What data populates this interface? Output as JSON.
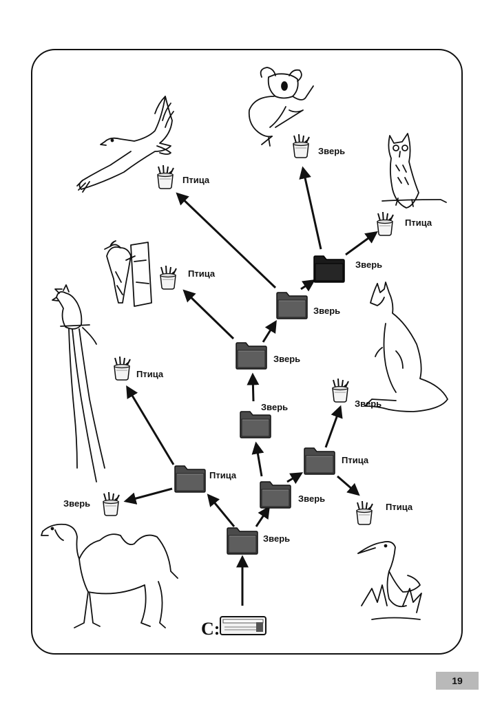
{
  "drive_label": "C:",
  "labels": {
    "folder": "Зверь",
    "file": "Птица",
    "bird": "Птица",
    "beast": "Зверь"
  },
  "page_number": "19",
  "nodes": [
    {
      "id": "root-drive",
      "kind": "drive",
      "label": "C:"
    },
    {
      "id": "folder-zver-1",
      "kind": "folder",
      "label": "Зверь"
    },
    {
      "id": "folder-ptica-1",
      "kind": "folder",
      "label": "Птица"
    },
    {
      "id": "folder-zver-2",
      "kind": "folder",
      "label": "Зверь"
    },
    {
      "id": "folder-ptica-2",
      "kind": "folder",
      "label": "Птица"
    },
    {
      "id": "folder-zver-3",
      "kind": "folder",
      "label": "Зверь"
    },
    {
      "id": "folder-zver-4",
      "kind": "folder",
      "label": "Зверь"
    },
    {
      "id": "folder-zver-5",
      "kind": "folder",
      "label": "Зверь"
    },
    {
      "id": "folder-zver-top",
      "kind": "folder-dark",
      "label": "Зверь"
    },
    {
      "id": "file-zver-camel",
      "kind": "file",
      "label": "Зверь"
    },
    {
      "id": "file-ptica-quetzal",
      "kind": "file",
      "label": "Птица"
    },
    {
      "id": "file-ptica-heron",
      "kind": "file",
      "label": "Птица"
    },
    {
      "id": "file-zver-kangaroo",
      "kind": "file",
      "label": "Зверь"
    },
    {
      "id": "file-ptica-woodpecker",
      "kind": "file",
      "label": "Птица"
    },
    {
      "id": "file-ptica-eagle",
      "kind": "file",
      "label": "Птица"
    },
    {
      "id": "file-zver-koala",
      "kind": "file",
      "label": "Зверь"
    },
    {
      "id": "file-ptica-owl",
      "kind": "file",
      "label": "Птица"
    }
  ]
}
